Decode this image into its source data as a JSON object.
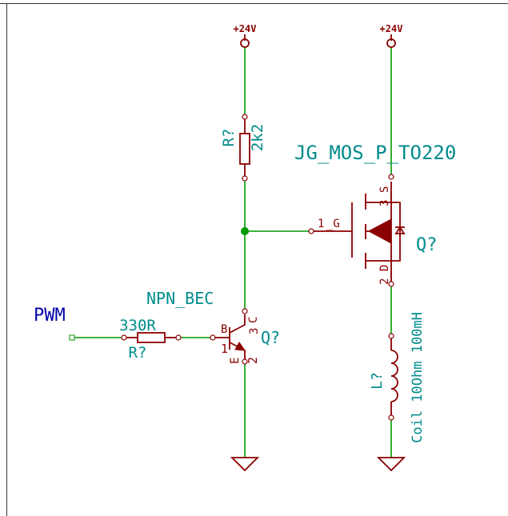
{
  "power": {
    "left_label": "+24V",
    "right_label": "+24V"
  },
  "resistor_top": {
    "ref": "R?",
    "value": "2k2"
  },
  "resistor_base": {
    "ref": "R?",
    "value": "330R"
  },
  "mosfet": {
    "ref": "Q?",
    "value": "JG_MOS_P_TO220",
    "pins": {
      "gate_num": "1",
      "gate": "_G",
      "source": "3_S",
      "drain": "2_D"
    }
  },
  "transistor": {
    "ref": "Q?",
    "value": "NPN_BEC",
    "pins": {
      "b_num": "1",
      "b": "B",
      "c": "C",
      "c_num": "3",
      "e": "E",
      "e_num": "2"
    }
  },
  "inductor": {
    "ref": "L?",
    "value": "Coil 10Ohm 100mH"
  },
  "net_labels": {
    "pwm": "PWM"
  },
  "colors": {
    "wire": "#009900",
    "part": "#8b0000",
    "ref_text": "#008b8b",
    "net_label": "#0000aa",
    "junction": "#009900"
  }
}
